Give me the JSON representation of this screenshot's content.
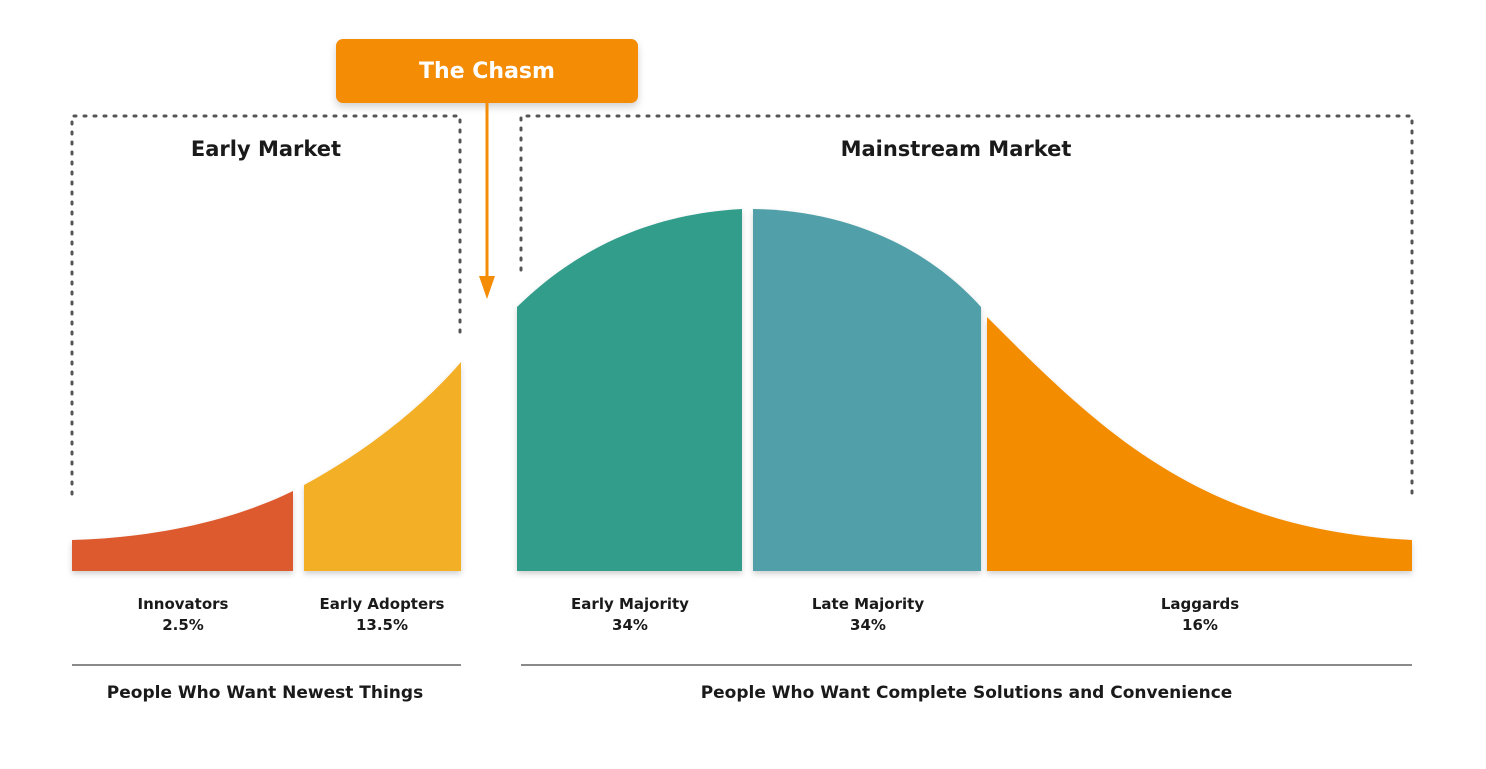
{
  "chasm": {
    "label": "The Chasm",
    "color": "#f48c06"
  },
  "markets": {
    "early": {
      "title": "Early Market"
    },
    "mainstream": {
      "title": "Mainstream Market"
    }
  },
  "segments": [
    {
      "name": "Innovators",
      "share": "2.5%",
      "color": "#dd5a2e"
    },
    {
      "name": "Early Adopters",
      "share": "13.5%",
      "color": "#f3af27"
    },
    {
      "name": "Early Majority",
      "share": "34%",
      "color": "#329d8b"
    },
    {
      "name": "Late Majority",
      "share": "34%",
      "color": "#519fa8"
    },
    {
      "name": "Laggards",
      "share": "16%",
      "color": "#f48c06"
    }
  ],
  "footers": {
    "early": "People Who Want Newest Things",
    "mainstream": "People Who Want Complete Solutions and Convenience"
  }
}
